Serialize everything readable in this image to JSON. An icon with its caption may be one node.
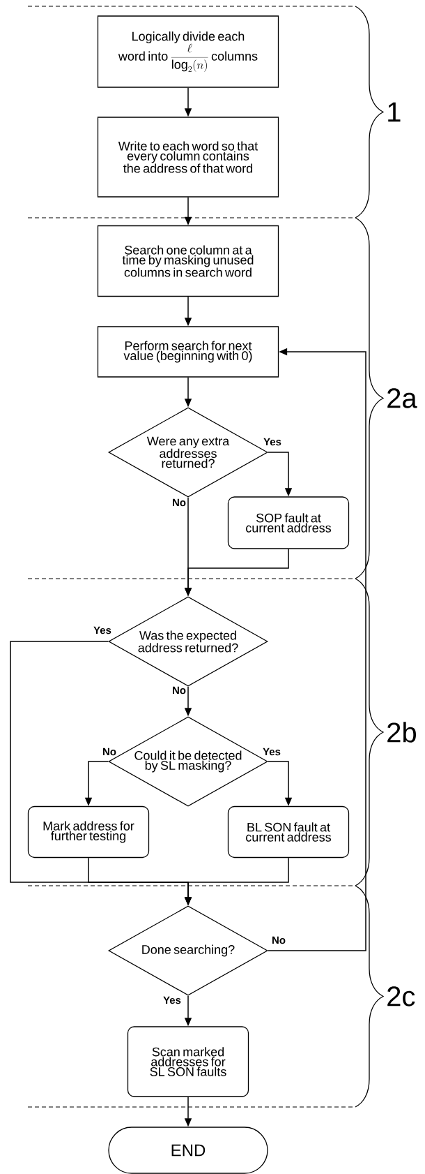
{
  "diagram": {
    "nodes": [
      {
        "text": [
          "Logically divide each word into",
          "\\frac{\\ell}{\\log_2(n)}",
          "columns"
        ]
      },
      {
        "text": [
          "Write to each word so that every column contains the address of that word"
        ]
      },
      {
        "text": [
          "Search one column at a time by masking unused columns in search word"
        ]
      },
      {
        "text": [
          "Perform search for next value (beginning with 0)"
        ]
      },
      {
        "text": [
          "Were any extra addresses returned?"
        ]
      },
      {
        "text": [
          "SOP fault at current address"
        ]
      },
      {
        "text": [
          "Was the expected address returned?"
        ]
      },
      {
        "text": [
          "Could it be detected by SL masking?"
        ]
      },
      {
        "text": [
          "Mark address for further testing"
        ]
      },
      {
        "text": [
          "BL SON fault at current address"
        ]
      },
      {
        "text": [
          "Done searching?"
        ]
      },
      {
        "text": [
          "Scan marked addresses for SL SON faults"
        ]
      },
      {
        "text": [
          "END"
        ]
      }
    ],
    "edges": [
      {
        "from": 0,
        "to": 1,
        "arrow": "to"
      },
      {
        "from": 1,
        "to": 2,
        "arrow": "to"
      },
      {
        "from": 2,
        "to": 3,
        "arrow": "to"
      },
      {
        "from": 3,
        "to": 4,
        "arrow": "to"
      },
      {
        "from": 4,
        "to": 5,
        "arrow": "to",
        "label": "Yes"
      },
      {
        "from": 4,
        "to": 6,
        "arrow": "to",
        "label": "No"
      },
      {
        "from": 5,
        "to": 6,
        "arrow": "to"
      },
      {
        "from": 6,
        "to": 10,
        "arrow": "to",
        "label": "Yes"
      },
      {
        "from": 6,
        "to": 7,
        "arrow": "to",
        "label": "No"
      },
      {
        "from": 7,
        "to": 8,
        "arrow": "to",
        "label": "No"
      },
      {
        "from": 7,
        "to": 9,
        "arrow": "to",
        "label": "Yes"
      },
      {
        "from": 8,
        "to": 10,
        "arrow": "to"
      },
      {
        "from": 9,
        "to": 10,
        "arrow": "to"
      },
      {
        "from": 10,
        "to": 3,
        "arrow": "to",
        "label": "No"
      },
      {
        "from": 10,
        "to": 11,
        "arrow": "to",
        "label": "Yes"
      },
      {
        "from": 11,
        "to": 12,
        "arrow": "to"
      }
    ],
    "labels": [
      "1",
      "2a",
      "2b",
      "2c"
    ]
  }
}
